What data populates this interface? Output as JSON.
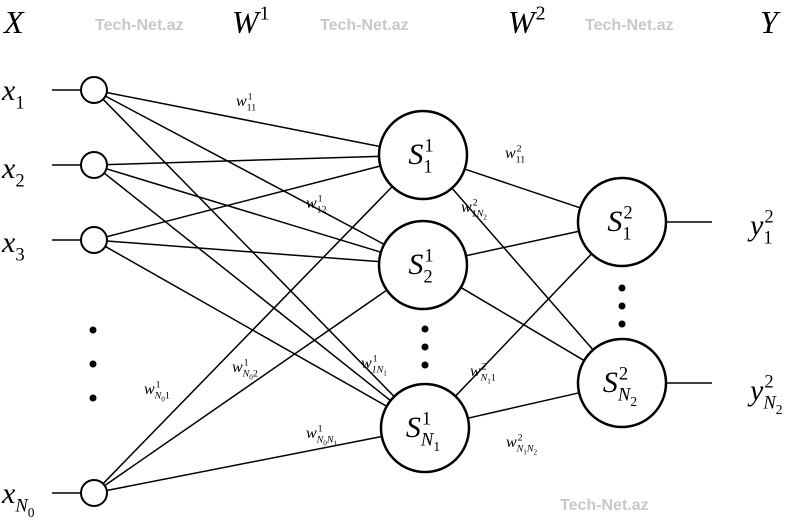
{
  "watermark": "Tech-Net.az",
  "headers": [
    {
      "base": "X"
    },
    {
      "base": "W",
      "sup": "1"
    },
    {
      "base": "W",
      "sup": "2"
    },
    {
      "base": "Y"
    }
  ],
  "inputs": [
    {
      "base": "x",
      "sub": [
        [
          "1",
          0
        ]
      ]
    },
    {
      "base": "x",
      "sub": [
        [
          "2",
          0
        ]
      ]
    },
    {
      "base": "x",
      "sub": [
        [
          "3",
          0
        ]
      ]
    },
    {
      "base": "x",
      "sub": [
        [
          "N",
          0
        ],
        [
          "0",
          1
        ]
      ]
    }
  ],
  "hidden": [
    {
      "base": "S",
      "sup": "1",
      "sub": [
        [
          "1",
          0
        ]
      ]
    },
    {
      "base": "S",
      "sup": "1",
      "sub": [
        [
          "2",
          0
        ]
      ]
    },
    {
      "base": "S",
      "sup": "1",
      "sub": [
        [
          "N",
          0
        ],
        [
          "1",
          1
        ]
      ]
    }
  ],
  "outputs": [
    {
      "base": "S",
      "sup": "2",
      "sub": [
        [
          "1",
          0
        ]
      ]
    },
    {
      "base": "S",
      "sup": "2",
      "sub": [
        [
          "N",
          0
        ],
        [
          "2",
          1
        ]
      ]
    }
  ],
  "output_labels": [
    {
      "base": "y",
      "sup": "2",
      "sub": [
        [
          "1",
          0
        ]
      ]
    },
    {
      "base": "y",
      "sup": "2",
      "sub": [
        [
          "N",
          0
        ],
        [
          "2",
          1
        ]
      ]
    }
  ],
  "weights": [
    {
      "base": "w",
      "sup": "1",
      "sub": [
        [
          "11",
          0
        ]
      ]
    },
    {
      "base": "w",
      "sup": "1",
      "sub": [
        [
          "12",
          0
        ]
      ]
    },
    {
      "base": "w",
      "sup": "1",
      "sub": [
        [
          "N",
          0
        ],
        [
          "0",
          1
        ],
        [
          "2",
          0
        ]
      ]
    },
    {
      "base": "w",
      "sup": "1",
      "sub": [
        [
          "N",
          0
        ],
        [
          "0",
          1
        ],
        [
          "1",
          0
        ]
      ]
    },
    {
      "base": "w",
      "sup": "1",
      "sub": [
        [
          "1N",
          0
        ],
        [
          "1",
          1
        ]
      ]
    },
    {
      "base": "w",
      "sup": "1",
      "sub": [
        [
          "N",
          0
        ],
        [
          "0",
          1
        ],
        [
          "N",
          0
        ],
        [
          "1",
          1
        ]
      ]
    },
    {
      "base": "w",
      "sup": "2",
      "sub": [
        [
          "11",
          0
        ]
      ]
    },
    {
      "base": "w",
      "sup": "2",
      "sub": [
        [
          "1N",
          0
        ],
        [
          "2",
          1
        ]
      ]
    },
    {
      "base": "w",
      "sup": "2",
      "sub": [
        [
          "N",
          0
        ],
        [
          "1",
          1
        ],
        [
          "1",
          0
        ]
      ]
    },
    {
      "base": "w",
      "sup": "2",
      "sub": [
        [
          "N",
          0
        ],
        [
          "1",
          1
        ],
        [
          "N",
          0
        ],
        [
          "2",
          1
        ]
      ]
    }
  ]
}
